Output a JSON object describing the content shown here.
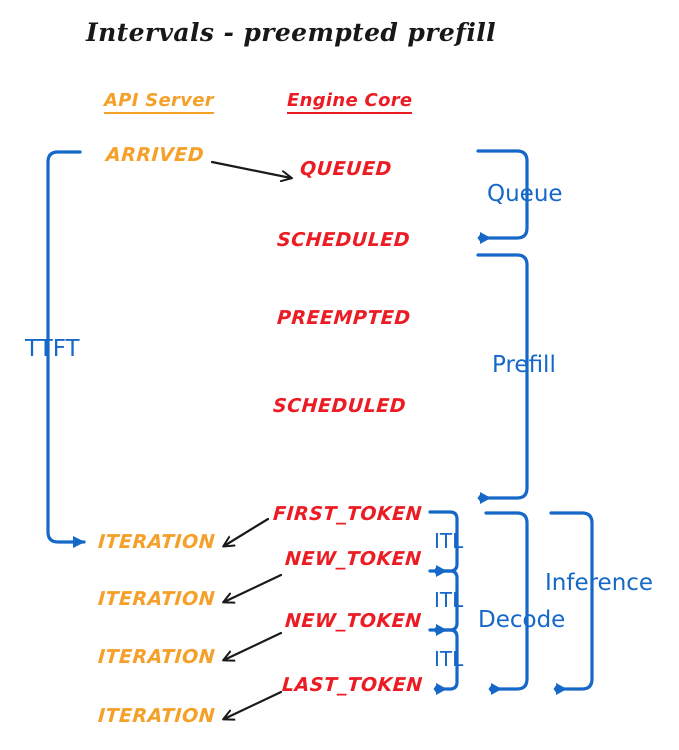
{
  "title": "Intervals - preempted prefill",
  "colors": {
    "orange": "#F5A029",
    "red": "#EC1C24",
    "blue": "#1668C8",
    "black": "#17181a",
    "background": "#ffffff"
  },
  "columns": {
    "api_server": "API Server",
    "engine_core": "Engine Core"
  },
  "api_server_states": [
    {
      "label": "ARRIVED"
    },
    {
      "label": "ITERATION"
    },
    {
      "label": "ITERATION"
    },
    {
      "label": "ITERATION"
    },
    {
      "label": "ITERATION"
    }
  ],
  "engine_core_states": [
    {
      "label": "QUEUED"
    },
    {
      "label": "SCHEDULED"
    },
    {
      "label": "PREEMPTED"
    },
    {
      "label": "SCHEDULED"
    },
    {
      "label": "FIRST_TOKEN"
    },
    {
      "label": "NEW_TOKEN"
    },
    {
      "label": "NEW_TOKEN"
    },
    {
      "label": "LAST_TOKEN"
    }
  ],
  "intervals": {
    "ttft": "TTFT",
    "queue": "Queue",
    "prefill": "Prefill",
    "itl_1": "ITL",
    "itl_2": "ITL",
    "itl_3": "ITL",
    "decode": "Decode",
    "inference": "Inference"
  }
}
